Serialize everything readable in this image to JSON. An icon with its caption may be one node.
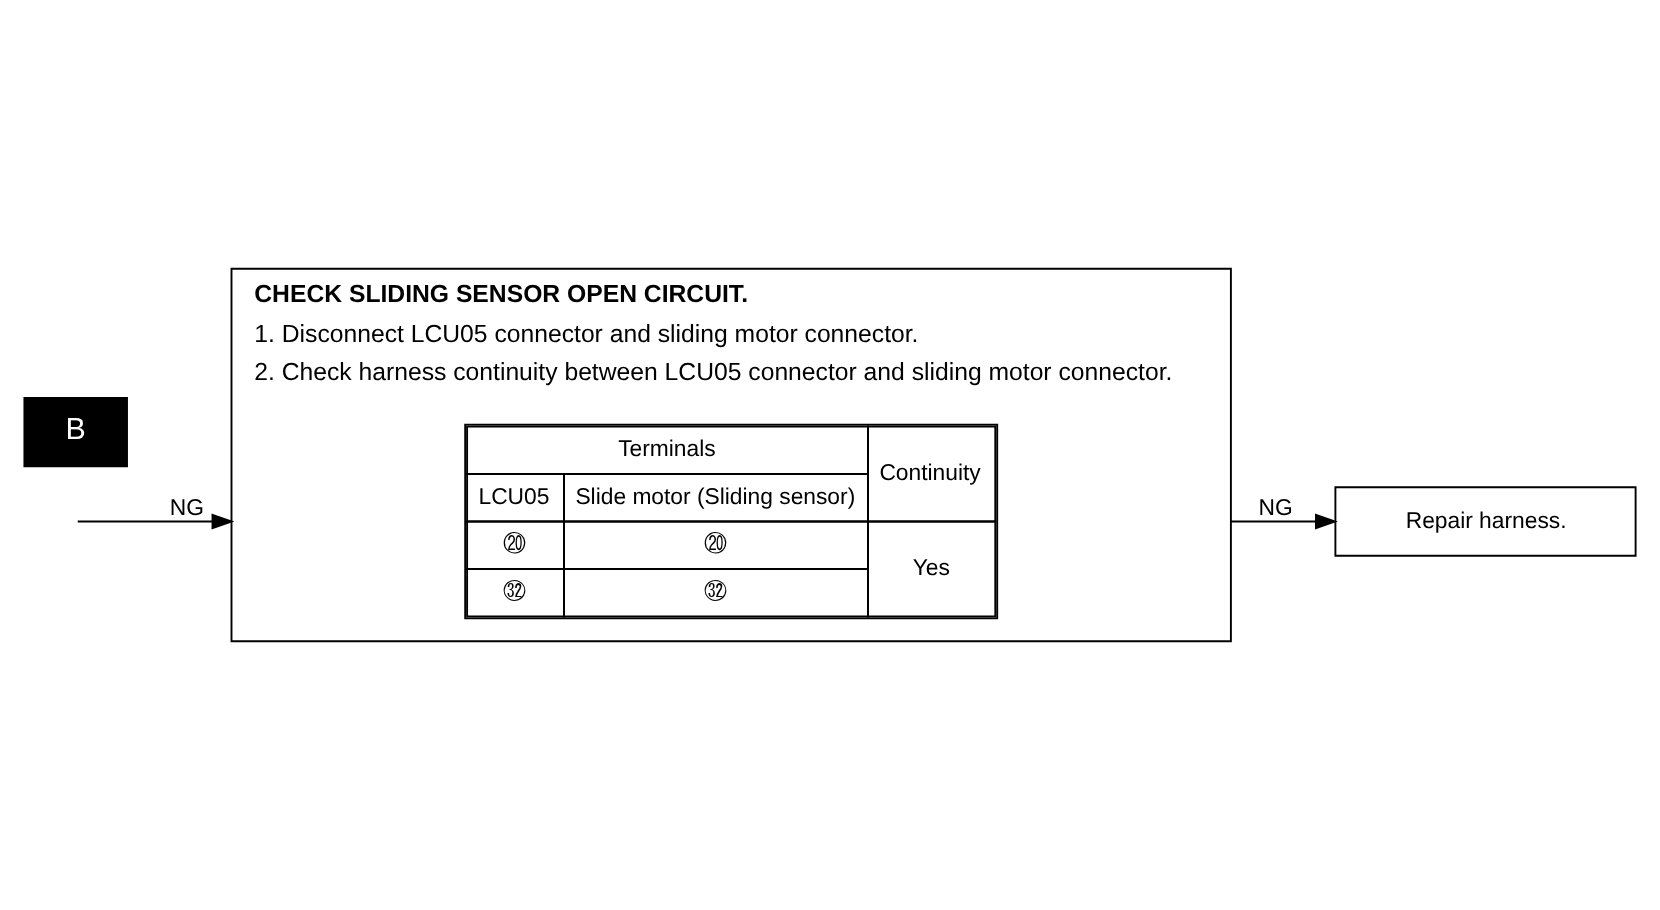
{
  "diagram": {
    "nodes": [
      {
        "text": [
          "CHECK SLIDING SENSOR OPEN CIRCUIT.",
          "1. Disconnect LCU05 connector and sliding motor connector.",
          "2. Check harness continuity between LCU05 connector and sliding motor connector."
        ]
      },
      {
        "text": [
          "Repair harness."
        ]
      }
    ],
    "edges": [
      {
        "from": null,
        "to": 0,
        "arrow": "to",
        "label": "NG"
      },
      {
        "from": 0,
        "to": 1,
        "arrow": "to",
        "label": "NG"
      }
    ],
    "labels": [
      "B",
      "Terminals",
      "Continuity",
      "LCU05",
      "Slide motor (Sliding sensor)",
      "⑳",
      "⑳",
      "Yes",
      "㉜",
      "㉜"
    ]
  }
}
